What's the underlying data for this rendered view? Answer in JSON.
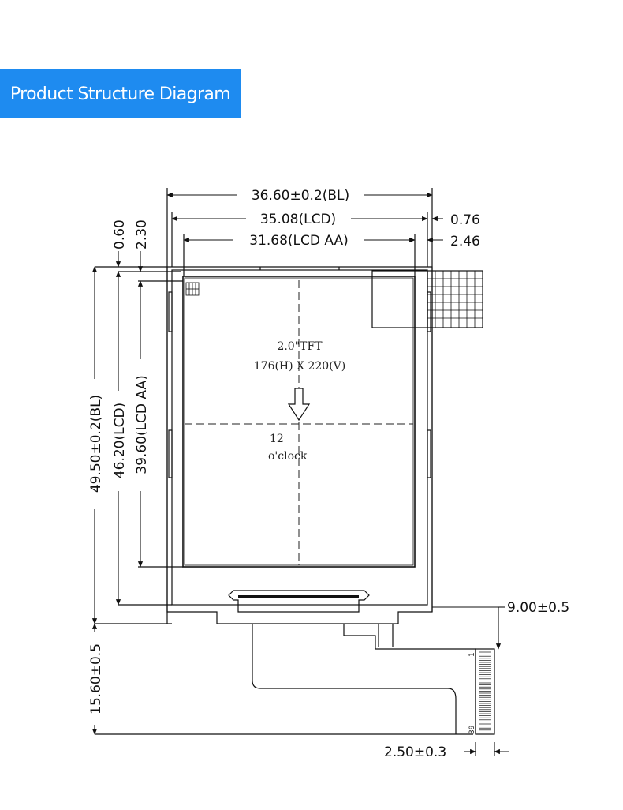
{
  "header": {
    "title": "Product Structure Diagram",
    "accent": "#1e8bf0"
  },
  "dimensions": {
    "width_bl": "36.60±0.2(BL)",
    "width_lcd": "35.08(LCD)",
    "width_aa": "31.68(LCD AA)",
    "offset_076": "0.76",
    "offset_246": "2.46",
    "offset_060": "0.60",
    "offset_230": "2.30",
    "height_bl": "49.50±0.2(BL)",
    "height_lcd": "46.20(LCD)",
    "height_aa": "39.60(LCD AA)",
    "fpc_length": "15.60±0.5",
    "fpc_offset": "9.00±0.5",
    "fpc_width": "2.50±0.3"
  },
  "labels": {
    "line1": "2.0\"TFT",
    "line2": "176(H) X 220(V)",
    "direction_1": "12",
    "direction_2": "o'clock",
    "pin_first": "1",
    "pin_last": "39"
  }
}
